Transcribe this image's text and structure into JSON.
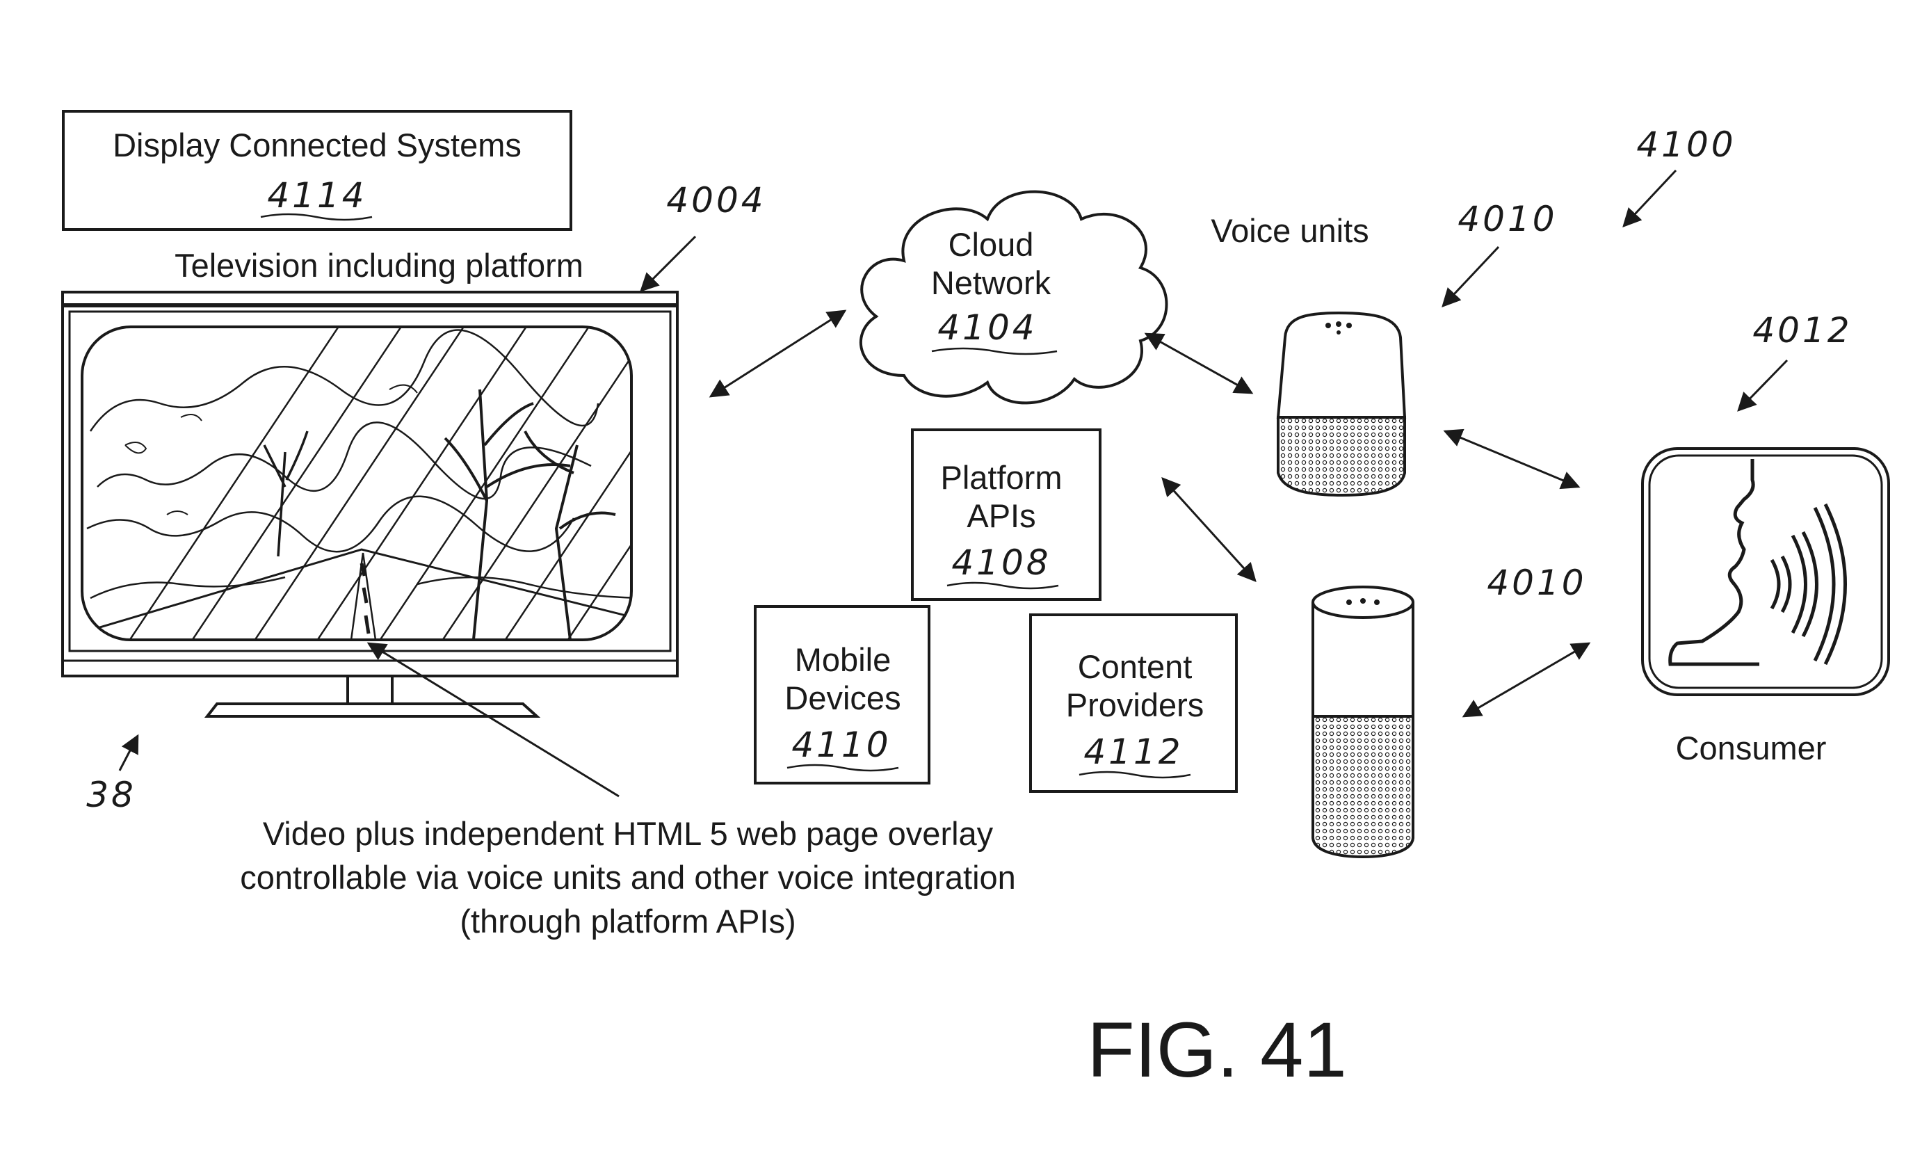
{
  "figure": {
    "number": "FIG. 41",
    "reference": "4100"
  },
  "display_connected_systems": {
    "label": "Display Connected Systems",
    "ref": "4114"
  },
  "television": {
    "caption": "Television including platform",
    "ref": "4004",
    "device_ref": "38"
  },
  "cloud_network": {
    "line1": "Cloud",
    "line2": "Network",
    "ref": "4104"
  },
  "voice_units": {
    "label": "Voice units",
    "ref_top": "4010",
    "ref_bottom": "4010"
  },
  "platform_apis": {
    "line1": "Platform",
    "line2": "APIs",
    "ref": "4108"
  },
  "mobile_devices": {
    "line1": "Mobile",
    "line2": "Devices",
    "ref": "4110"
  },
  "content_providers": {
    "line1": "Content",
    "line2": "Providers",
    "ref": "4112"
  },
  "consumer": {
    "label": "Consumer",
    "ref": "4012"
  },
  "overlay_caption": {
    "line1": "Video plus independent HTML 5 web page overlay",
    "line2": "controllable via voice units and other voice integration",
    "line3": "(through platform APIs)"
  }
}
